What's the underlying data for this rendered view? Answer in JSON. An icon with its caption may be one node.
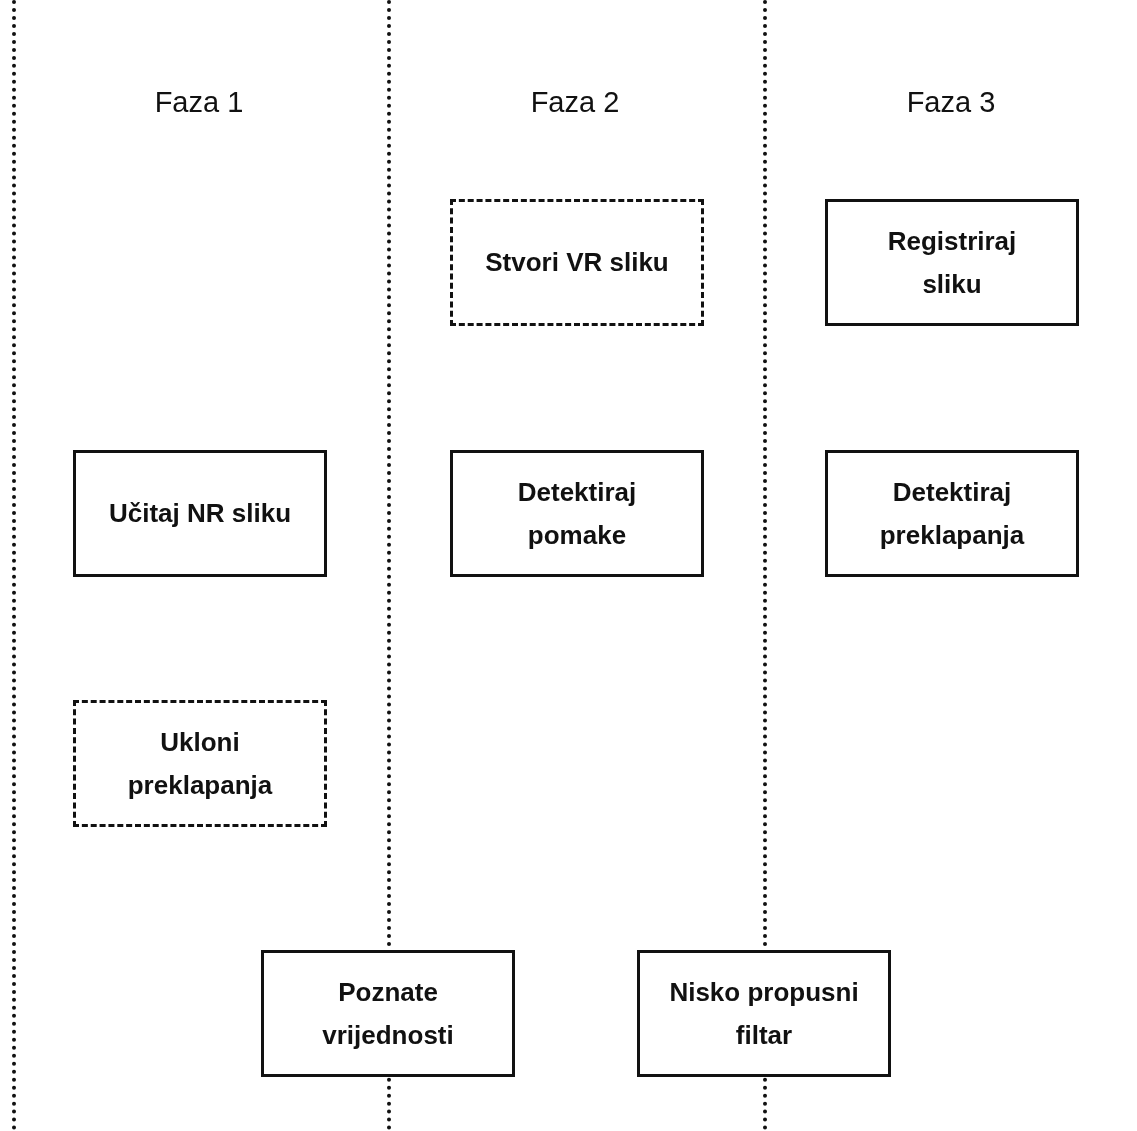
{
  "diagram": {
    "nodes": [
      {
        "text": [
          "Stvori VR sliku"
        ]
      },
      {
        "text": [
          "Registriraj sliku"
        ]
      },
      {
        "text": [
          "Učitaj NR sliku"
        ]
      },
      {
        "text": [
          "Detektiraj pomake"
        ]
      },
      {
        "text": [
          "Detektiraj preklapanja"
        ]
      },
      {
        "text": [
          "Ukloni preklapanja"
        ]
      },
      {
        "text": [
          "Poznate vrijednosti"
        ]
      },
      {
        "text": [
          "Nisko propusni filtar"
        ]
      }
    ],
    "labels": [
      "Faza 1",
      "Faza 2",
      "Faza 3"
    ]
  }
}
